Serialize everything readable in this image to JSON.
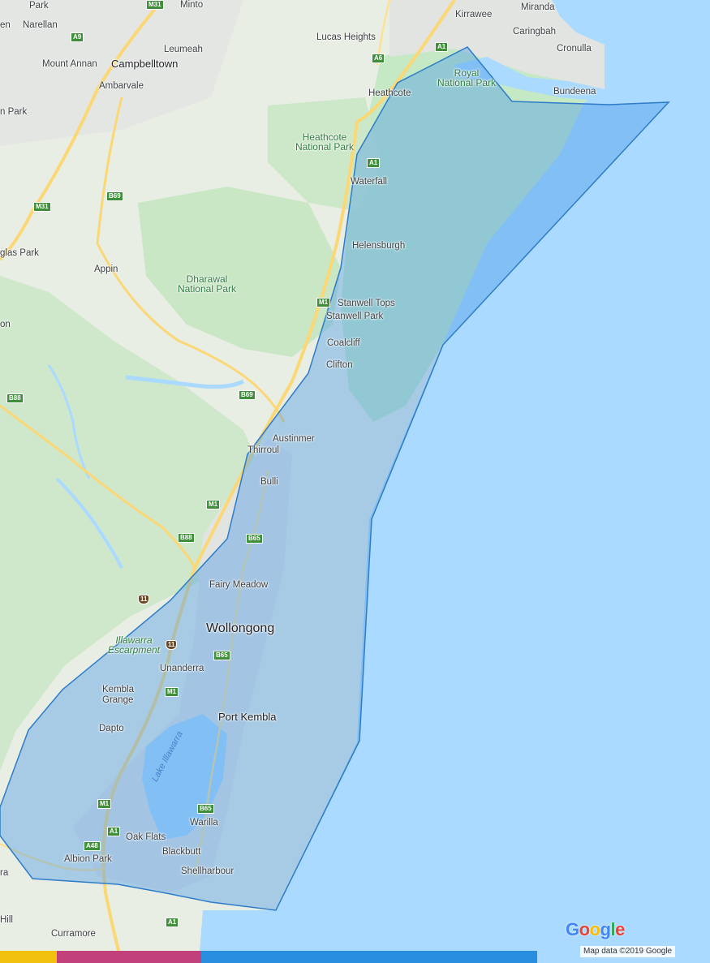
{
  "map": {
    "kind": "google-roadmap",
    "colors": {
      "land": "#e8eee4",
      "park": "#c5e8c5",
      "water": "#aadaff",
      "highway": "#fbd775",
      "overlay_fill": "#4c9be8",
      "overlay_stroke": "#2e7cc8",
      "shield_green": "#3f8f3a"
    },
    "parks": [
      {
        "line1": "Royal",
        "line2": "National Park"
      },
      {
        "line1": "Heathcote",
        "line2": "National Park"
      },
      {
        "line1": "Dharawal",
        "line2": "National Park"
      }
    ],
    "features": [
      {
        "line1": "Illawarra",
        "line2": "Escarpment"
      }
    ],
    "water_labels": [
      "Lake Illawarra"
    ],
    "cities": [
      "Wollongong",
      "Port Kembla",
      "Campbelltown"
    ],
    "towns": [
      "Park",
      "Narellan",
      "Minto",
      "Leumeah",
      "Mount Annan",
      "Ambarvale",
      "Lucas Heights",
      "Kirrawee",
      "Miranda",
      "Caringbah",
      "Cronulla",
      "Bundeena",
      "Heathcote",
      "Waterfall",
      "Helensburgh",
      "Appin",
      "Stanwell Tops",
      "Stanwell Park",
      "Coalcliff",
      "Clifton",
      "Austinmer",
      "Thirroul",
      "Bulli",
      "Fairy Meadow",
      "Unanderra",
      "Kembla",
      "Grange",
      "Dapto",
      "Oak Flats",
      "Warilla",
      "Blackbutt",
      "Albion Park",
      "Shellharbour",
      "Curramore",
      "en",
      "n Park",
      "glas Park",
      "on",
      "Hill",
      "ra"
    ],
    "shields": [
      "M31",
      "A9",
      "A6",
      "A1",
      "B69",
      "M31",
      "A1",
      "M1",
      "B69",
      "B88",
      "M1",
      "B88",
      "B65",
      "11",
      "11",
      "B65",
      "M1",
      "M1",
      "B65",
      "A1",
      "A48",
      "A1"
    ],
    "logo": "Google",
    "attribution": "Map data ©2019 Google"
  }
}
